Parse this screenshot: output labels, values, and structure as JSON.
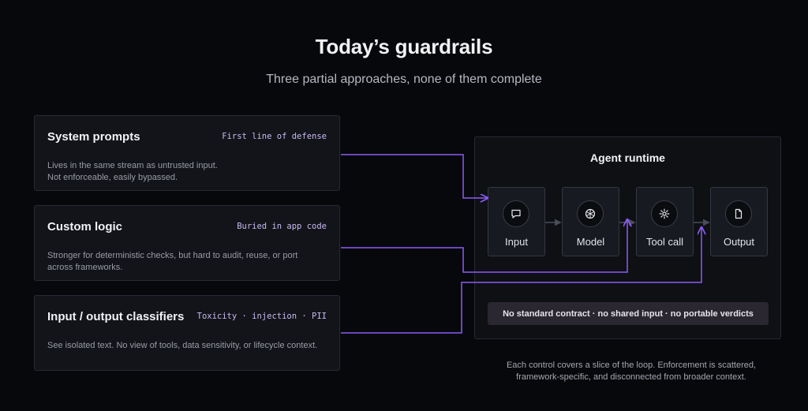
{
  "header": {
    "title": "Today’s guardrails",
    "subtitle": "Three partial approaches, none of them complete"
  },
  "cards": [
    {
      "title": "System prompts",
      "tag": "First line of defense",
      "desc_line1": "Lives in the same stream as untrusted input.",
      "desc_line2": "Not enforceable, easily bypassed."
    },
    {
      "title": "Custom logic",
      "tag": "Buried in app code",
      "desc_line1": "Stronger for deterministic checks, but hard to audit, reuse, or port",
      "desc_line2": "across frameworks."
    },
    {
      "title": "Input / output classifiers",
      "tag": "Toxicity · injection · PII",
      "desc_line1": "See isolated text. No view of tools, data sensitivity, or lifecycle context.",
      "desc_line2": ""
    }
  ],
  "runtime": {
    "title": "Agent runtime",
    "steps": [
      {
        "label": "Input",
        "icon": "chat-bubble-icon"
      },
      {
        "label": "Model",
        "icon": "model-aperture-icon"
      },
      {
        "label": "Tool call",
        "icon": "gear-icon"
      },
      {
        "label": "Output",
        "icon": "document-icon"
      }
    ],
    "contract_note": "No standard contract · no shared input · no portable verdicts"
  },
  "footnote": {
    "line1": "Each control covers a slice of the loop. Enforcement is scattered,",
    "line2": "framework-specific, and disconnected from broader context."
  },
  "colors": {
    "background": "#07080b",
    "accent_purple": "#8b5cf6",
    "card_bg": "#121419",
    "connector_gray": "#3a3d46"
  }
}
